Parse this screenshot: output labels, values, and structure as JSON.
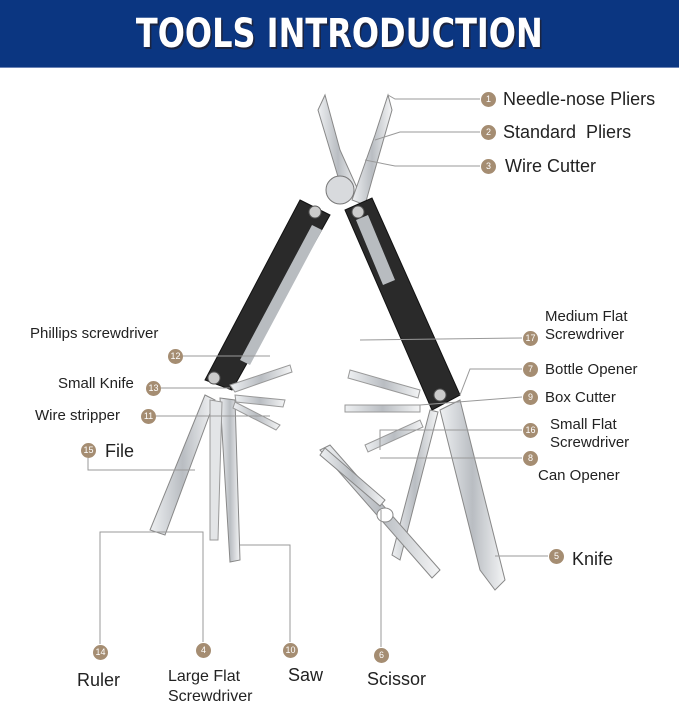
{
  "title": "TOOLS INTRODUCTION",
  "colors": {
    "banner": "#0b3681",
    "badge": "#a58d72",
    "handle": "#2a2a2a",
    "steel": "#c9ccd0"
  },
  "parts": [
    {
      "num": "1",
      "label": "Needle-nose Pliers"
    },
    {
      "num": "2",
      "label": "Standard  Pliers"
    },
    {
      "num": "3",
      "label": "Wire Cutter"
    },
    {
      "num": "4",
      "label": "Large Flat Screwdriver"
    },
    {
      "num": "5",
      "label": "Knife"
    },
    {
      "num": "6",
      "label": "Scissor"
    },
    {
      "num": "7",
      "label": "Bottle Opener"
    },
    {
      "num": "8",
      "label": "Can Opener"
    },
    {
      "num": "9",
      "label": "Box Cutter"
    },
    {
      "num": "10",
      "label": "Saw"
    },
    {
      "num": "11",
      "label": "Wire stripper"
    },
    {
      "num": "12",
      "label": "Phillips screwdriver"
    },
    {
      "num": "13",
      "label": "Small Knife"
    },
    {
      "num": "14",
      "label": "Ruler"
    },
    {
      "num": "15",
      "label": "File"
    },
    {
      "num": "16",
      "label": "Small Flat Screwdriver"
    },
    {
      "num": "17",
      "label": "Medium Flat Screwdriver"
    }
  ]
}
